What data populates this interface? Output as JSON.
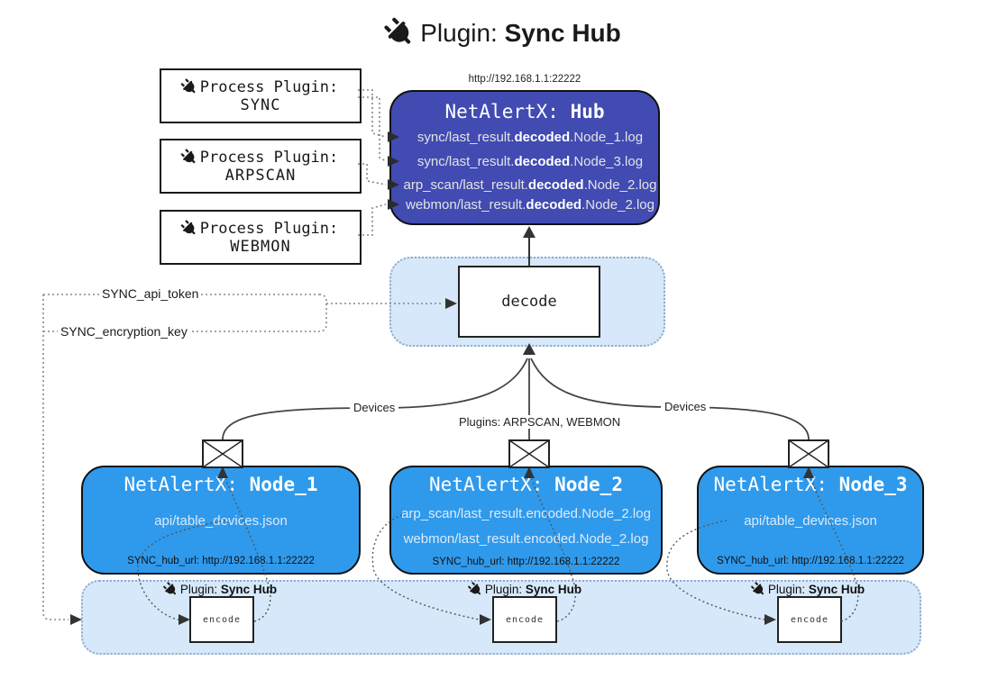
{
  "header": {
    "title_prefix": "Plugin: ",
    "title_bold": "Sync Hub",
    "icon": "plug-icon"
  },
  "colors": {
    "hub_fill": "#414BB2",
    "node_fill": "#2F9AEC",
    "container_fill": "#D6E8FA",
    "border": "#111111"
  },
  "process_plugins": [
    {
      "label": "Process Plugin:",
      "name": "SYNC"
    },
    {
      "label": "Process Plugin:",
      "name": "ARPSCAN"
    },
    {
      "label": "Process Plugin:",
      "name": "WEBMON"
    }
  ],
  "hub": {
    "url": "http://192.168.1.1:22222",
    "title_prefix": "NetAlertX: ",
    "title_bold": "Hub",
    "lines": [
      {
        "pre": "sync/last_result.",
        "bold": "decoded",
        "post": ".Node_1.log"
      },
      {
        "pre": "sync/last_result.",
        "bold": "decoded",
        "post": ".Node_3.log"
      },
      {
        "pre": "arp_scan/last_result.",
        "bold": "decoded",
        "post": ".Node_2.log"
      },
      {
        "pre": "webmon/last_result.",
        "bold": "decoded",
        "post": ".Node_2.log"
      }
    ]
  },
  "decode": {
    "label": "decode"
  },
  "tokens": {
    "api_token": "SYNC_api_token",
    "encryption_key": "SYNC_encryption_key"
  },
  "edges": {
    "devices_left": "Devices",
    "plugins_mid": "Plugins: ARPSCAN, WEBMON",
    "devices_right": "Devices"
  },
  "nodes": [
    {
      "title_prefix": "NetAlertX: ",
      "title_bold": "Node_1",
      "lines": [
        "api/table_devices.json"
      ],
      "hub_url": "SYNC_hub_url: http://192.168.1.1:22222"
    },
    {
      "title_prefix": "NetAlertX: ",
      "title_bold": "Node_2",
      "lines": [
        "arp_scan/last_result.encoded.Node_2.log",
        "webmon/last_result.encoded.Node_2.log"
      ],
      "hub_url": "SYNC_hub_url: http://192.168.1.1:22222"
    },
    {
      "title_prefix": "NetAlertX: ",
      "title_bold": "Node_3",
      "lines": [
        "api/table_devices.json"
      ],
      "hub_url": "SYNC_hub_url: http://192.168.1.1:22222"
    }
  ],
  "encoders": [
    {
      "label_prefix": "Plugin: ",
      "label_bold": "Sync Hub",
      "box_label": "encode"
    },
    {
      "label_prefix": "Plugin: ",
      "label_bold": "Sync Hub",
      "box_label": "encode"
    },
    {
      "label_prefix": "Plugin: ",
      "label_bold": "Sync Hub",
      "box_label": "encode"
    }
  ]
}
